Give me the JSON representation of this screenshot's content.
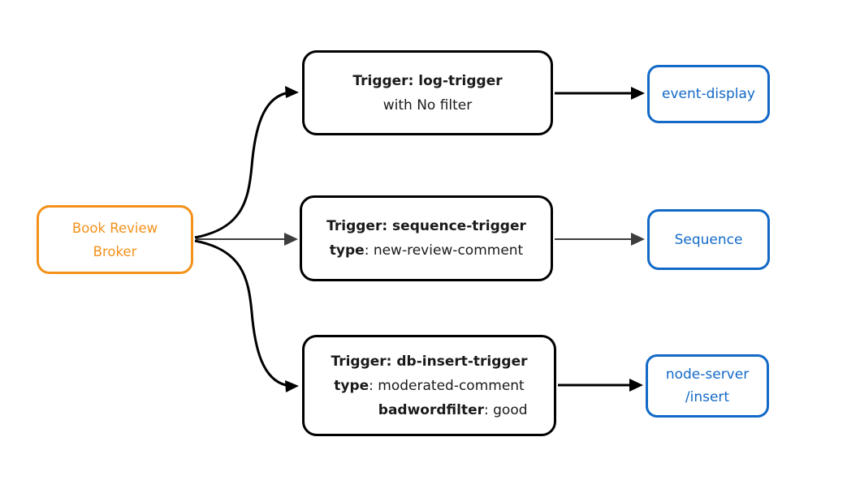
{
  "colors": {
    "background": "#ffffff",
    "broker_orange": "#F39119",
    "sink_blue": "#1269C7",
    "edge_black": "#000000",
    "edge_gray": "#3D3D3D",
    "trigger_border": "#000000",
    "text_dark": "#1A1A1A"
  },
  "broker": {
    "line1": "Book Review",
    "line2": "Broker"
  },
  "triggers": [
    {
      "title": "Trigger: log-trigger",
      "subtitle": "with No filter"
    },
    {
      "title": "Trigger: sequence-trigger",
      "attr1_key": "type",
      "attr1_val": ": new-review-comment"
    },
    {
      "title": "Trigger: db-insert-trigger",
      "attr1_key": "type",
      "attr1_val": ": moderated-comment",
      "attr2_key": "badwordfilter",
      "attr2_val": ": good"
    }
  ],
  "sinks": [
    {
      "line1": "event-display"
    },
    {
      "line1": "Sequence"
    },
    {
      "line1": "node-server",
      "line2": "/insert"
    }
  ]
}
